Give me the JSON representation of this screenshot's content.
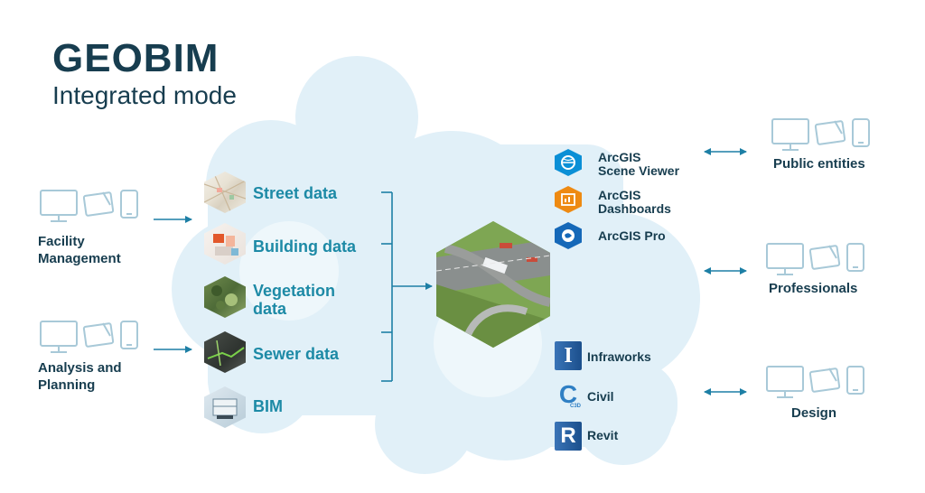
{
  "header": {
    "title": "GEOBIM",
    "subtitle": "Integrated mode"
  },
  "data_sources": [
    {
      "label": "Street data",
      "icon": "street-map-thumbnail"
    },
    {
      "label": "Building data",
      "icon": "building-model-thumbnail"
    },
    {
      "label": "Vegetation\ndata",
      "icon": "vegetation-thumbnail"
    },
    {
      "label": "Sewer data",
      "icon": "sewer-network-thumbnail"
    },
    {
      "label": "BIM",
      "icon": "bim-model-thumbnail"
    }
  ],
  "input_users": [
    {
      "label": "Facility\nManagement"
    },
    {
      "label": "Analysis and\nPlanning"
    }
  ],
  "hub": {
    "icon": "highway-interchange-photo"
  },
  "esri_apps": [
    {
      "label": "ArcGIS\nScene Viewer",
      "icon": "scene-viewer-icon",
      "color": "#0a8fd6"
    },
    {
      "label": "ArcGIS\nDashboards",
      "icon": "dashboards-icon",
      "color": "#ee8a12"
    },
    {
      "label": "ArcGIS Pro",
      "icon": "arcgis-pro-icon",
      "color": "#1568b8"
    }
  ],
  "autodesk_apps": [
    {
      "label": "Infraworks",
      "letter": "I",
      "icon": "infraworks-icon"
    },
    {
      "label": "Civil",
      "letter": "C",
      "sub": "C3D",
      "icon": "civil-3d-icon"
    },
    {
      "label": "Revit",
      "letter": "R",
      "icon": "revit-icon"
    }
  ],
  "output_users": [
    {
      "label": "Public entities"
    },
    {
      "label": "Professionals"
    },
    {
      "label": "Design"
    }
  ],
  "colors": {
    "title": "#173d4f",
    "accent": "#1d8aa6",
    "cloud": "#e1f0f8",
    "arrow": "#1d7fa5",
    "device": "#a8c9d8"
  }
}
